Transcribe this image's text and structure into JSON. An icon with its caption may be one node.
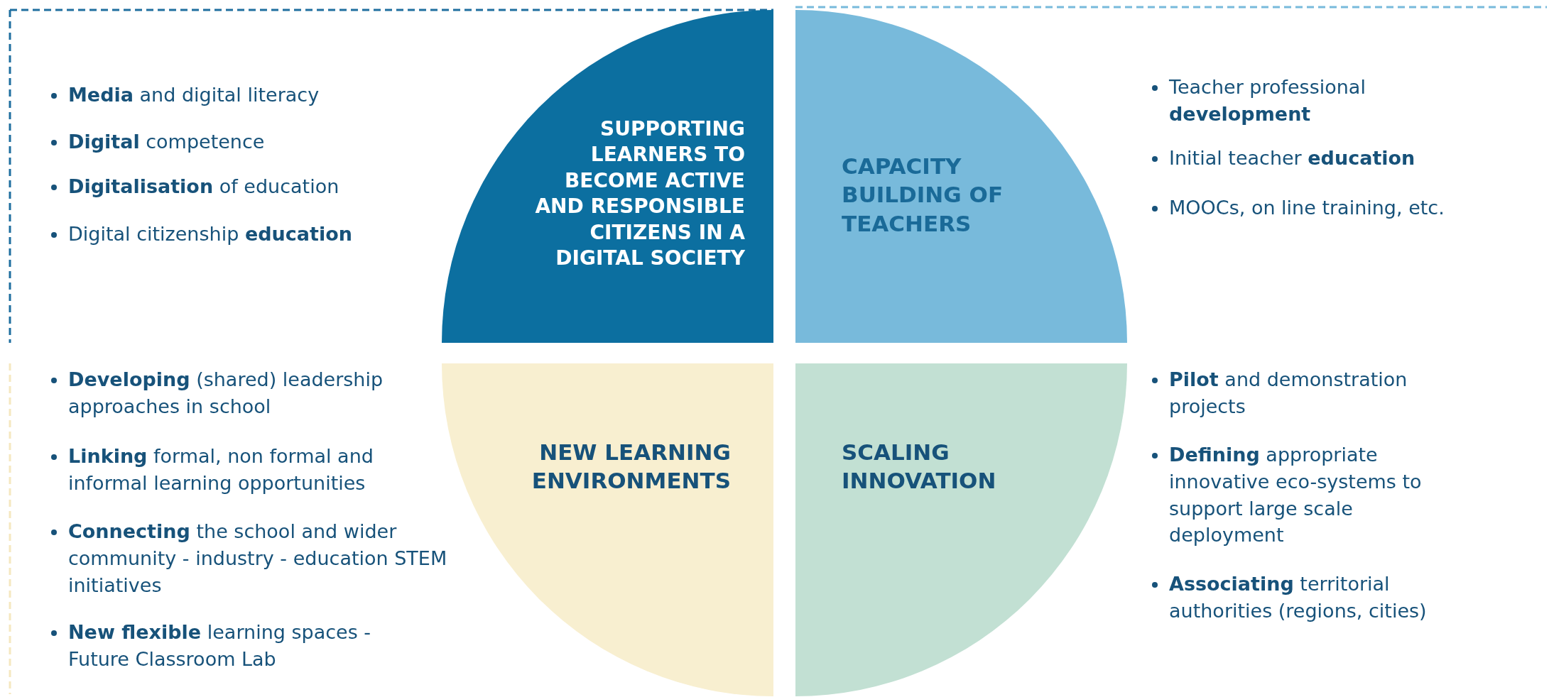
{
  "diagram": {
    "nodes": [
      {
        "text": [
          "SUPPORTING LEARNERS TO BECOME ACTIVE AND RESPONSIBLE CITIZENS IN A DIGITAL SOCIETY"
        ]
      },
      {
        "text": [
          "CAPACITY BUILDING OF TEACHERS"
        ]
      },
      {
        "text": [
          "NEW LEARNING ENVIRONMENTS"
        ]
      },
      {
        "text": [
          "SCALING INNOVATION"
        ]
      }
    ],
    "labels": [
      "**Media** and digital literacy",
      "**Digital** competence",
      "**Digitalisation** of education",
      "Digital citizenship **education**",
      "Teacher professional **development**",
      "Initial teacher **education**",
      "MOOCs, on line training, etc.",
      "**Developing** (shared) leadership approaches in school",
      "**Linking** formal, non formal and informal learning opportunities",
      "**Connecting** the school and wider community - industry - education STEM initiatives",
      "**New flexible** learning spaces - Future Classroom Lab",
      "**Pilot** and demonstration projects",
      "**Defining** appropriate innovative eco-systems to support large scale deployment",
      "**Associating** territorial authorities (regions, cities)"
    ]
  }
}
